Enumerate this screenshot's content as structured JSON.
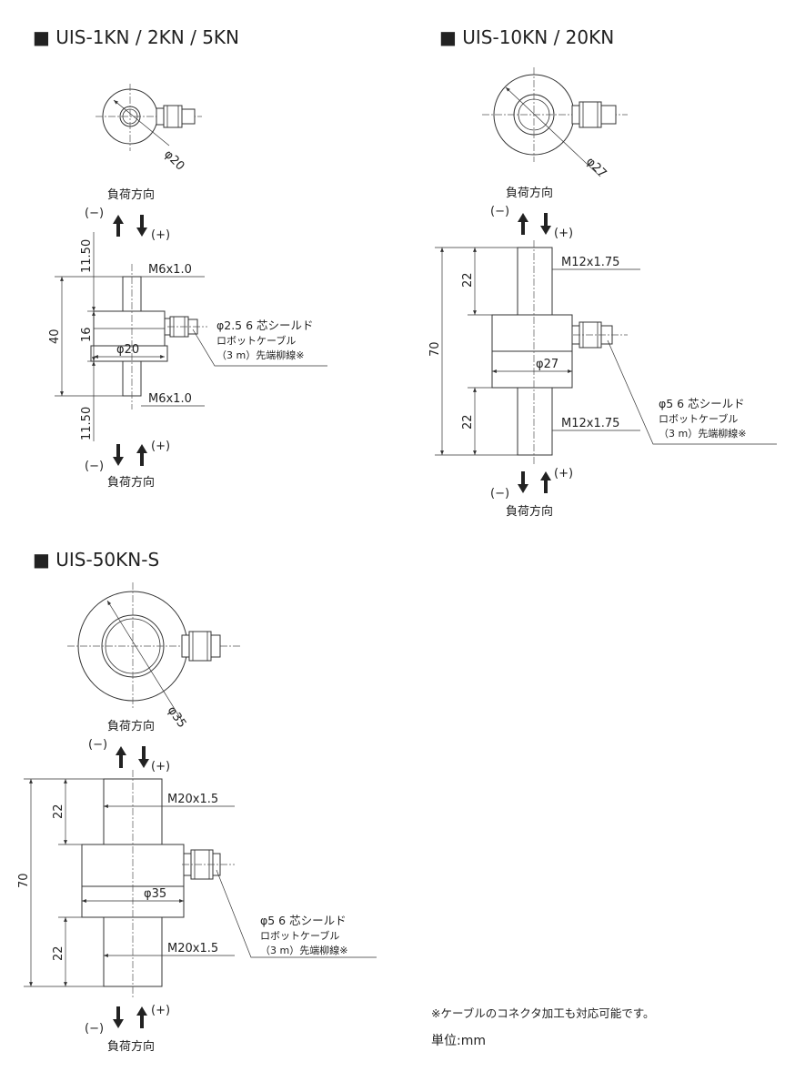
{
  "sections": {
    "s1": {
      "title": "■ UIS-1KN / 2KN / 5KN",
      "top_diameter": "φ20",
      "load_direction_top": "負荷方向",
      "load_direction_bottom": "負荷方向",
      "minus": "(−)",
      "plus": "(+)",
      "dim_total": "40",
      "dim_body": "16",
      "dim_thread_top": "11.50",
      "dim_thread_bottom": "11.50",
      "thread_top": "M6x1.0",
      "thread_bottom": "M6x1.0",
      "body_diameter": "φ20",
      "cable_line1": "φ2.5 6 芯シールド",
      "cable_line2": "ロボットケーブル",
      "cable_line3": "（3 m）先端柳線※"
    },
    "s2": {
      "title": "■ UIS-10KN / 20KN",
      "top_diameter": "φ27",
      "load_direction_top": "負荷方向",
      "load_direction_bottom": "負荷方向",
      "minus": "(−)",
      "plus": "(+)",
      "dim_total": "70",
      "dim_thread_top": "22",
      "dim_thread_bottom": "22",
      "thread_top": "M12x1.75",
      "thread_bottom": "M12x1.75",
      "body_diameter": "φ27",
      "cable_line1": "φ5 6 芯シールド",
      "cable_line2": "ロボットケーブル",
      "cable_line3": "（3 m）先端柳線※"
    },
    "s3": {
      "title": "■ UIS-50KN-S",
      "top_diameter": "φ35",
      "load_direction_top": "負荷方向",
      "load_direction_bottom": "負荷方向",
      "minus": "(−)",
      "plus": "(+)",
      "dim_total": "70",
      "dim_thread_top": "22",
      "dim_thread_bottom": "22",
      "thread_top": "M20x1.5",
      "thread_bottom": "M20x1.5",
      "body_diameter": "φ35",
      "cable_line1": "φ5 6 芯シールド",
      "cable_line2": "ロボットケーブル",
      "cable_line3": "（3 m）先端柳線※"
    }
  },
  "footer": {
    "note": "※ケーブルのコネクタ加工も対応可能です。",
    "unit": "単位:mm"
  }
}
